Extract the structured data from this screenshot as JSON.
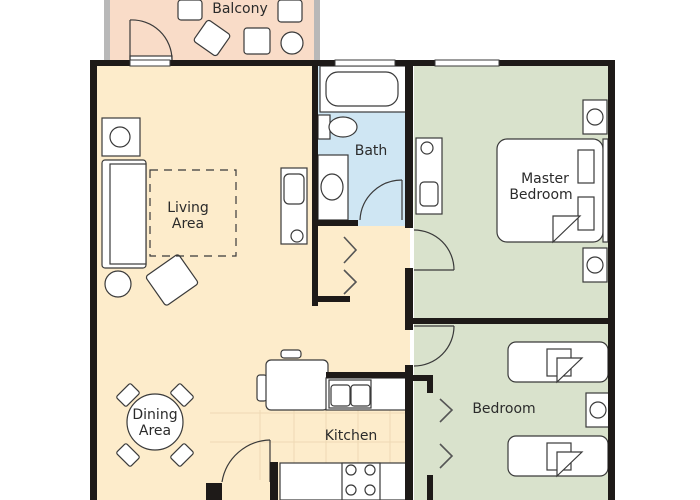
{
  "colors": {
    "wall": "#1e1a18",
    "living": "#fdeccb",
    "bath": "#cfe6f3",
    "bedroom": "#d9e2cc",
    "balcony": "#f9dcc8",
    "balcony_rail": "#b8b8b8",
    "furniture_stroke": "#3a3a3a",
    "furniture_fill": "#ffffff"
  },
  "rooms": {
    "balcony": {
      "label": "Balcony"
    },
    "living": {
      "label_line1": "Living",
      "label_line2": "Area"
    },
    "bath": {
      "label": "Bath"
    },
    "master": {
      "label_line1": "Master",
      "label_line2": "Bedroom"
    },
    "bedroom": {
      "label": "Bedroom"
    },
    "dining": {
      "label_line1": "Dining",
      "label_line2": "Area"
    },
    "kitchen": {
      "label": "Kitchen"
    }
  }
}
